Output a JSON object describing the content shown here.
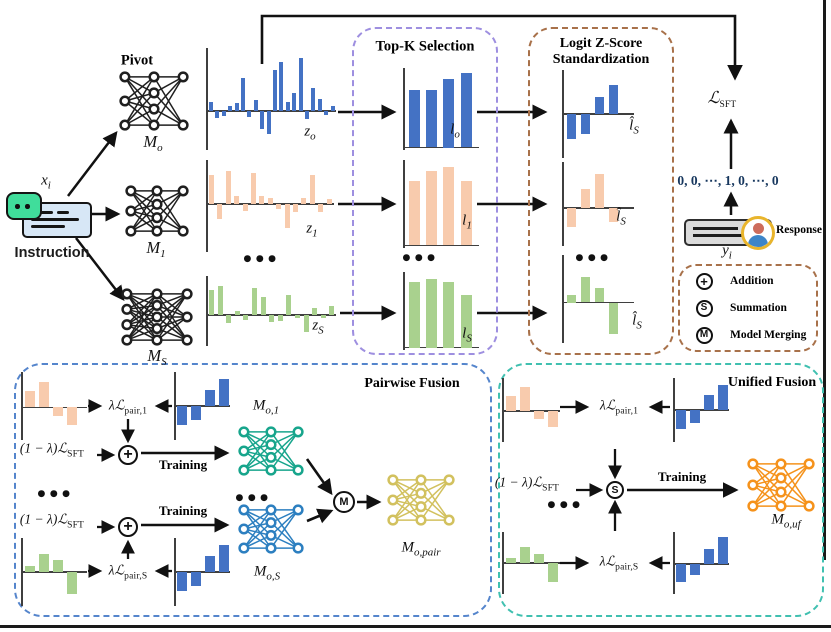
{
  "colors": {
    "bar_blue": "#4472C4",
    "bar_orange": "#F8CBAD",
    "bar_green": "#A9D18E",
    "net_black": "#1f1f1f",
    "net_teal": "#17A58C",
    "net_blue": "#2C7FC0",
    "net_yellow": "#D2C15E",
    "net_orange": "#F5921B",
    "box_topk": "#9E8FE0",
    "box_zscore": "#A8714A",
    "box_pairwise": "#5585CC",
    "box_unified": "#40C0B0",
    "box_legend": "#A8714A",
    "onehot_text": "#17375E",
    "axis": "#3F3F3F",
    "arrow": "#111111"
  },
  "pivot": {
    "title": "Pivot",
    "instruction_label": "Instruction",
    "input_label": {
      "main": "x",
      "sub": "i"
    },
    "models": [
      {
        "label": {
          "main": "M",
          "sub": "o"
        }
      },
      {
        "label": {
          "main": "M",
          "sub": "1"
        }
      },
      {
        "label": {
          "main": "M",
          "sub": "S"
        }
      }
    ],
    "logit_labels": [
      {
        "main": "z",
        "sub": "o"
      },
      {
        "main": "z",
        "sub": "1"
      },
      {
        "main": "z",
        "sub": "S"
      }
    ]
  },
  "topk": {
    "title": "Top-K Selection",
    "labels": [
      {
        "main": "l",
        "sub": "o"
      },
      {
        "main": "l",
        "sub": "1"
      },
      {
        "main": "l",
        "sub": "S"
      }
    ]
  },
  "zscore": {
    "title_line1": "Logit Z-Score",
    "title_line2": "Standardization",
    "labels": [
      {
        "main": "l̂",
        "sub": "S"
      },
      {
        "main": "l̂",
        "sub": "S"
      },
      {
        "main": "l̂",
        "sub": "S"
      }
    ]
  },
  "sft": {
    "loss": {
      "main": "ℒ",
      "sub": "SFT"
    },
    "onehot": "0, 0, ⋯, 1, 0, ⋯, 0",
    "response_label": "Response",
    "output_label": {
      "main": "y",
      "sub": "i"
    }
  },
  "legend": {
    "items": [
      {
        "symbol": "+",
        "label": "Addition"
      },
      {
        "symbol": "S",
        "label": "Summation"
      },
      {
        "symbol": "M",
        "label": "Model Merging"
      }
    ]
  },
  "pairwise": {
    "title": "Pairwise Fusion",
    "loss_pair_1": {
      "main": "λℒ",
      "sub": "pair,1"
    },
    "loss_pair_s": {
      "main": "λℒ",
      "sub": "pair,S"
    },
    "loss_sft_1": {
      "main": "(1 − λ)ℒ",
      "sub": "SFT"
    },
    "loss_sft_2": {
      "main": "(1 − λ)ℒ",
      "sub": "SFT"
    },
    "training_1": "Training",
    "training_2": "Training",
    "model_1": {
      "main": "M",
      "sub": "o,1"
    },
    "model_s": {
      "main": "M",
      "sub": "o,S"
    },
    "model_merged": {
      "main": "M",
      "sub": "o,pair"
    },
    "merge_symbol": "M"
  },
  "unified": {
    "title": "Unified Fusion",
    "loss_pair_1": {
      "main": "λℒ",
      "sub": "pair,1"
    },
    "loss_pair_s": {
      "main": "λℒ",
      "sub": "pair,S"
    },
    "loss_sft": {
      "main": "(1 − λ)ℒ",
      "sub": "SFT"
    },
    "training": "Training",
    "model": {
      "main": "M",
      "sub": "o,uf"
    },
    "sum_symbol": "S"
  },
  "dots": "●●●",
  "charts": {
    "z_o": {
      "color": "bar_blue",
      "values": [
        0.15,
        -0.2,
        -0.14,
        0.08,
        0.14,
        0.55,
        -0.16,
        0.18,
        -0.5,
        -0.65,
        0.68,
        0.82,
        0.15,
        0.3,
        0.88,
        -0.22,
        0.38,
        0.2,
        -0.1,
        0.08
      ]
    },
    "z_1": {
      "color": "bar_orange",
      "values": [
        0.72,
        -0.35,
        0.8,
        0.2,
        -0.15,
        0.75,
        0.2,
        0.15,
        -0.1,
        -0.55,
        -0.18,
        0.15,
        0.72,
        -0.18,
        0.12
      ]
    },
    "z_s": {
      "color": "bar_green",
      "values": [
        0.7,
        0.82,
        -0.3,
        0.12,
        -0.18,
        0.75,
        0.5,
        -0.25,
        -0.22,
        0.55,
        -0.12,
        -0.62,
        0.2,
        -0.12,
        0.25
      ]
    },
    "l_o": {
      "color": "bar_blue",
      "values": [
        0.75,
        0.75,
        0.9,
        0.97
      ]
    },
    "l_1": {
      "color": "bar_orange",
      "values": [
        0.78,
        0.9,
        0.95,
        0.78
      ]
    },
    "l_s": {
      "color": "bar_green",
      "values": [
        0.9,
        0.95,
        0.9,
        0.72
      ]
    },
    "lhat_o": {
      "color": "bar_blue",
      "values": [
        -0.62,
        -0.5,
        0.42,
        0.72
      ]
    },
    "lhat_1": {
      "color": "bar_orange",
      "values": [
        -0.55,
        0.45,
        0.8,
        -0.42
      ]
    },
    "lhat_s": {
      "color": "bar_green",
      "values": [
        0.18,
        0.58,
        0.32,
        -0.85
      ]
    },
    "pw_orange": {
      "color": "bar_orange",
      "values": [
        0.5,
        0.78,
        -0.3,
        -0.62
      ]
    },
    "pw_blue_top": {
      "color": "bar_blue",
      "values": [
        -0.62,
        -0.48,
        0.52,
        0.88
      ]
    },
    "pw_green": {
      "color": "bar_green",
      "values": [
        0.18,
        0.58,
        0.4,
        -0.72
      ]
    },
    "pw_blue_bottom": {
      "color": "bar_blue",
      "values": [
        -0.62,
        -0.48,
        0.52,
        0.88
      ]
    },
    "uf_orange": {
      "color": "bar_orange",
      "values": [
        0.5,
        0.8,
        -0.28,
        -0.6
      ]
    },
    "uf_blue_top": {
      "color": "bar_blue",
      "values": [
        -0.68,
        -0.48,
        0.52,
        0.88
      ]
    },
    "uf_green": {
      "color": "bar_green",
      "values": [
        0.18,
        0.58,
        0.34,
        -0.7
      ]
    },
    "uf_blue_bottom": {
      "color": "bar_blue",
      "values": [
        -0.68,
        -0.42,
        0.52,
        0.92
      ]
    }
  }
}
